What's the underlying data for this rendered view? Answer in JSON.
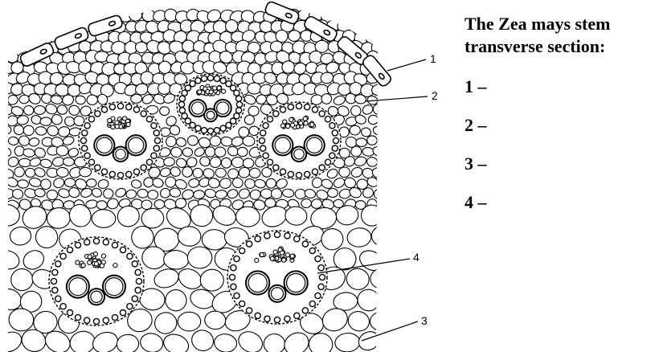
{
  "caption": {
    "title_line1": "The Zea mays stem",
    "title_line2": "transverse section:",
    "keys": [
      "1 –",
      "2 –",
      "3 –",
      "4 –"
    ]
  },
  "figure": {
    "callouts": [
      "1",
      "2",
      "4",
      "3"
    ]
  }
}
